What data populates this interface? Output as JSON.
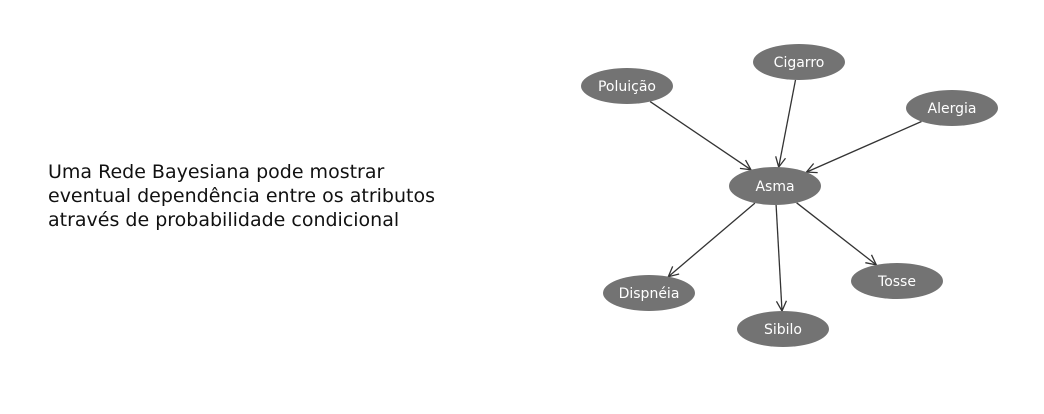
{
  "caption": {
    "lines": [
      "Uma Rede Bayesiana pode mostrar",
      "eventual dependência entre os atributos",
      "através de probabilidade condicional"
    ]
  },
  "network": {
    "colors": {
      "node_fill": "#737373",
      "node_text": "#ffffff",
      "edge": "#333333"
    },
    "nodes": [
      {
        "id": "poluicao",
        "label": "Poluição"
      },
      {
        "id": "cigarro",
        "label": "Cigarro"
      },
      {
        "id": "alergia",
        "label": "Alergia"
      },
      {
        "id": "asma",
        "label": "Asma"
      },
      {
        "id": "dispneia",
        "label": "Dispnéia"
      },
      {
        "id": "sibilo",
        "label": "Sibilo"
      },
      {
        "id": "tosse",
        "label": "Tosse"
      }
    ],
    "edges": [
      {
        "from": "poluicao",
        "to": "asma"
      },
      {
        "from": "cigarro",
        "to": "asma"
      },
      {
        "from": "alergia",
        "to": "asma"
      },
      {
        "from": "asma",
        "to": "dispneia"
      },
      {
        "from": "asma",
        "to": "sibilo"
      },
      {
        "from": "asma",
        "to": "tosse"
      }
    ]
  }
}
